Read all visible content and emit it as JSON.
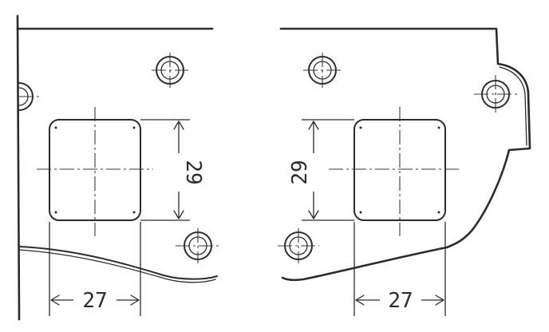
{
  "dimensions": {
    "left_height": "29",
    "left_width": "27",
    "right_height": "29",
    "right_width": "27"
  },
  "colors": {
    "ink": "#2b2b2b",
    "paper": "#ffffff"
  }
}
